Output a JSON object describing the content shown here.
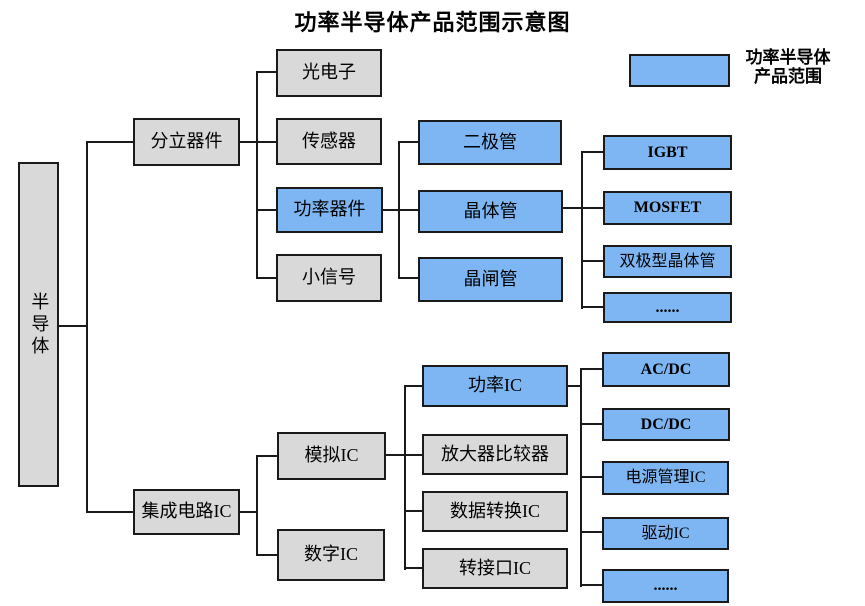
{
  "title": "功率半导体产品范围示意图",
  "legend": {
    "line1": "功率半导体",
    "line2": "产品范围",
    "meaning": "蓝色填充 = 功率半导体产品范围"
  },
  "colors": {
    "highlight_fill": "#7DB6F3",
    "normal_fill": "#D9D9D9",
    "border": "#1A1A1A"
  },
  "nodes": [
    {
      "id": "semiconductor",
      "label": "半导体",
      "type": "normal",
      "parent": null
    },
    {
      "id": "discrete-devices",
      "label": "分立器件",
      "type": "normal",
      "parent": "semiconductor"
    },
    {
      "id": "optoelectronics",
      "label": "光电子",
      "type": "normal",
      "parent": "discrete-devices"
    },
    {
      "id": "sensor",
      "label": "传感器",
      "type": "normal",
      "parent": "discrete-devices"
    },
    {
      "id": "power-device",
      "label": "功率器件",
      "type": "highlight",
      "parent": "discrete-devices"
    },
    {
      "id": "small-signal",
      "label": "小信号",
      "type": "normal",
      "parent": "discrete-devices"
    },
    {
      "id": "diode",
      "label": "二极管",
      "type": "highlight",
      "parent": "power-device"
    },
    {
      "id": "transistor",
      "label": "晶体管",
      "type": "highlight",
      "parent": "power-device"
    },
    {
      "id": "thyristor",
      "label": "晶闸管",
      "type": "highlight",
      "parent": "power-device"
    },
    {
      "id": "igbt",
      "label": "IGBT",
      "type": "highlight",
      "parent": "transistor"
    },
    {
      "id": "mosfet",
      "label": "MOSFET",
      "type": "highlight",
      "parent": "transistor"
    },
    {
      "id": "bipolar",
      "label": "双极型晶体管",
      "type": "highlight",
      "parent": "transistor"
    },
    {
      "id": "transistor-more",
      "label": "......",
      "type": "highlight",
      "parent": "transistor"
    },
    {
      "id": "integrated-circuit",
      "label": "集成电路IC",
      "type": "normal",
      "parent": "semiconductor"
    },
    {
      "id": "analog-ic",
      "label": "模拟IC",
      "type": "normal",
      "parent": "integrated-circuit"
    },
    {
      "id": "digital-ic",
      "label": "数字IC",
      "type": "normal",
      "parent": "integrated-circuit"
    },
    {
      "id": "power-ic",
      "label": "功率IC",
      "type": "highlight",
      "parent": "analog-ic"
    },
    {
      "id": "amp-comparator",
      "label": "放大器比较器",
      "type": "normal",
      "parent": "analog-ic"
    },
    {
      "id": "data-conversion",
      "label": "数据转换IC",
      "type": "normal",
      "parent": "analog-ic"
    },
    {
      "id": "interface-ic",
      "label": "转接口IC",
      "type": "normal",
      "parent": "analog-ic"
    },
    {
      "id": "acdc",
      "label": "AC/DC",
      "type": "highlight",
      "parent": "power-ic"
    },
    {
      "id": "dcdc",
      "label": "DC/DC",
      "type": "highlight",
      "parent": "power-ic"
    },
    {
      "id": "power-mgmt-ic",
      "label": "电源管理IC",
      "type": "highlight",
      "parent": "power-ic"
    },
    {
      "id": "driver-ic",
      "label": "驱动IC",
      "type": "highlight",
      "parent": "power-ic"
    },
    {
      "id": "power-ic-more",
      "label": "......",
      "type": "highlight",
      "parent": "power-ic"
    }
  ]
}
